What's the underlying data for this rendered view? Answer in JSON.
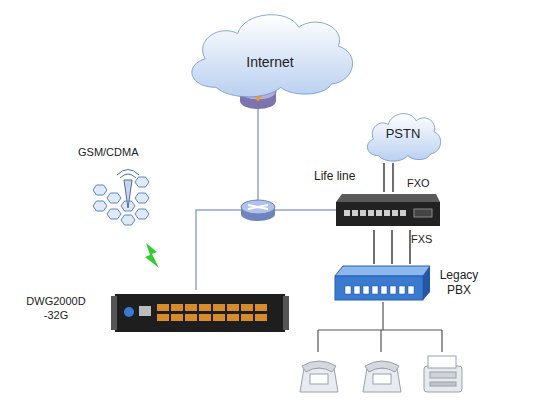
{
  "diagram": {
    "nodes": [
      {
        "text": [
          "Internet"
        ]
      },
      {
        "text": [
          "PSTN"
        ]
      },
      {
        "text": [
          "GSM/CDMA"
        ]
      },
      {
        "text": [
          "Life line"
        ]
      },
      {
        "text": [
          "Legacy PBX"
        ]
      },
      {
        "text": [
          "DWG2000D -32G"
        ]
      }
    ],
    "edges": [
      {
        "from": 1,
        "to": 3,
        "arrow": "none"
      },
      {
        "from": 1,
        "to": 3,
        "arrow": "none"
      },
      {
        "from": 3,
        "to": 4,
        "arrow": "none"
      },
      {
        "from": 3,
        "to": 4,
        "arrow": "none"
      },
      {
        "from": 3,
        "to": 4,
        "arrow": "none"
      }
    ],
    "labels": [
      "FXO",
      "FXS"
    ]
  }
}
